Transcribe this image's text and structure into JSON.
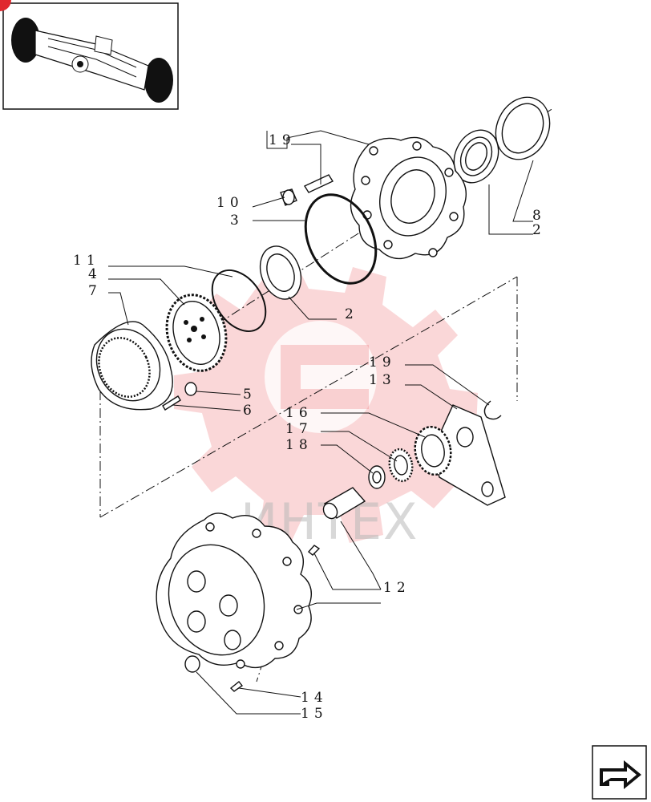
{
  "watermark": {
    "text": "ИНТЕХ",
    "color": "#e8494f"
  },
  "thumbnail": {
    "icon": "axle-assembly-icon",
    "marker_color": "#e0282e"
  },
  "nav": {
    "icon": "next-page-arrow-icon"
  },
  "callouts": [
    {
      "id": "c19a",
      "label": "19"
    },
    {
      "id": "c10",
      "label": "10"
    },
    {
      "id": "c3",
      "label": "3"
    },
    {
      "id": "c8",
      "label": "8"
    },
    {
      "id": "c2a",
      "label": "2"
    },
    {
      "id": "c11",
      "label": "11"
    },
    {
      "id": "c4",
      "label": "4"
    },
    {
      "id": "c7",
      "label": "7"
    },
    {
      "id": "c2b",
      "label": "2"
    },
    {
      "id": "c19b",
      "label": "19"
    },
    {
      "id": "c13",
      "label": "13"
    },
    {
      "id": "c5",
      "label": "5"
    },
    {
      "id": "c6",
      "label": "6"
    },
    {
      "id": "c16",
      "label": "16"
    },
    {
      "id": "c17",
      "label": "17"
    },
    {
      "id": "c18",
      "label": "18"
    },
    {
      "id": "c12",
      "label": "12"
    },
    {
      "id": "c14",
      "label": "14"
    },
    {
      "id": "c15",
      "label": "15"
    }
  ]
}
